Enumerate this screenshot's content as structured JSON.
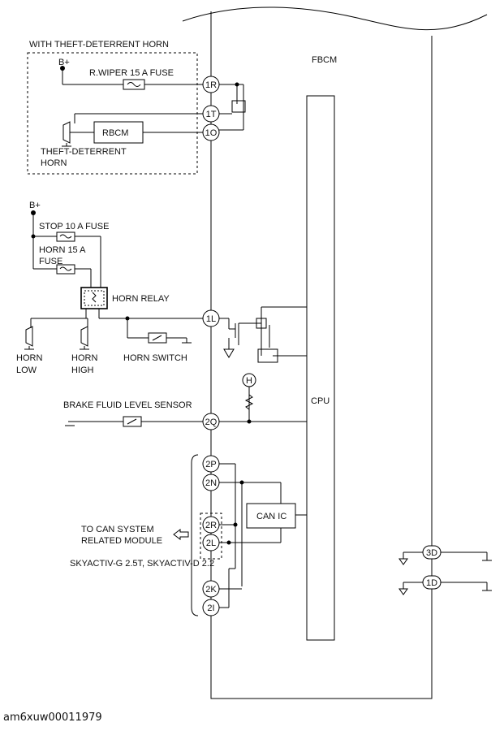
{
  "module": {
    "name": "FBCM",
    "cpu": "CPU",
    "can_ic": "CAN IC"
  },
  "theft_deterrent": {
    "title": "WITH THEFT-DETERRENT HORN",
    "battery": "B+",
    "fuse": "R.WIPER 15 A FUSE",
    "rbcm": "RBCM",
    "horn_line1": "THEFT-DETERRENT",
    "horn_line2": "HORN"
  },
  "horn_circuit": {
    "battery": "B+",
    "stop_fuse": "STOP 10 A FUSE",
    "horn_fuse_line1": "HORN 15 A",
    "horn_fuse_line2": "FUSE",
    "relay": "HORN RELAY",
    "horn_low_line1": "HORN",
    "horn_low_line2": "LOW",
    "horn_high_line1": "HORN",
    "horn_high_line2": "HIGH",
    "switch": "HORN SWITCH"
  },
  "brake_sensor": "BRAKE FLUID LEVEL SENSOR",
  "can": {
    "dest_line1": "TO CAN SYSTEM",
    "dest_line2": "RELATED MODULE",
    "variant_note": "SKYACTIV-G 2.5T, SKYACTIV-D 2.2"
  },
  "terminals": {
    "t1R": "1R",
    "t1T": "1T",
    "t1O": "1O",
    "t1L": "1L",
    "t2Q": "2Q",
    "t2P": "2P",
    "t2N": "2N",
    "t2R": "2R",
    "t2L": "2L",
    "t2K": "2K",
    "t2I": "2I",
    "t3D": "3D",
    "t1D": "1D",
    "tH": "H"
  },
  "caption": "am6xuw00011979"
}
